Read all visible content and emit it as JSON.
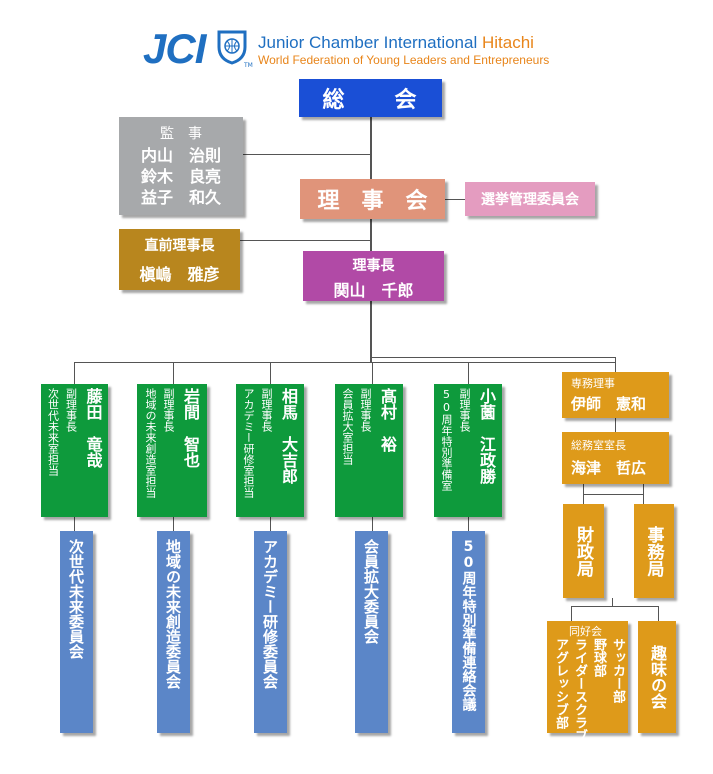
{
  "header": {
    "logo_text": "JCI",
    "tm": "TM",
    "org_name_main": "Junior Chamber International ",
    "org_name_city": "Hitachi",
    "tagline": "World Federation of Young Leaders and Entrepreneurs"
  },
  "top": {
    "general_assembly": "総　　会"
  },
  "auditors": {
    "title": "監　事",
    "names": [
      "内山　治則",
      "鈴木　良亮",
      "益子　和久"
    ]
  },
  "board": {
    "label": "理　事　会"
  },
  "election_committee": {
    "label": "選挙管理委員会"
  },
  "former_president": {
    "title": "直前理事長",
    "name": "槇嶋　雅彦"
  },
  "president": {
    "title": "理事長",
    "name": "関山　千郎"
  },
  "vice_presidents": [
    {
      "name": "藤田　竜哉",
      "role": "副理事長",
      "duty": "次世代未来室担当",
      "committee": "次世代未来委員会"
    },
    {
      "name": "岩間　智也",
      "role": "副理事長",
      "duty": "地域の未来創造室担当",
      "committee": "地域の未来創造委員会"
    },
    {
      "name": "相馬　大吉郎",
      "role": "副理事長",
      "duty": "アカデミー研修室担当",
      "committee": "アカデミー研修委員会"
    },
    {
      "name": "髙村　裕",
      "role": "副理事長",
      "duty": "会員拡大室担当",
      "committee": "会員拡大委員会"
    },
    {
      "name": "小薗　江政勝",
      "role": "副理事長",
      "duty": "50周年特別準備室",
      "committee": "50周年特別準備連絡会議"
    }
  ],
  "executive_director": {
    "title": "専務理事",
    "name": "伊師　憲和"
  },
  "general_affairs": {
    "title": "総務室室長",
    "name": "海津　哲広"
  },
  "finance": {
    "label": "財政局"
  },
  "secretariat": {
    "label": "事務局"
  },
  "clubs": {
    "title": "同好会",
    "items": [
      "サッカー部",
      "野球部",
      "ライダースクラブ",
      "アグレッシブ部"
    ]
  },
  "hobby": {
    "label": "趣味の会"
  },
  "colors": {
    "navy": "#1a4fd6",
    "peach": "#e0947a",
    "pink": "#e49cc0",
    "gray": "#a7a9ab",
    "brown": "#b8861e",
    "purple": "#b14aa6",
    "green": "#0e9a3c",
    "orange": "#de9a1a",
    "light_blue": "#5b86c8",
    "brand_blue": "#1f6fc1",
    "brand_orange": "#e8851a"
  }
}
